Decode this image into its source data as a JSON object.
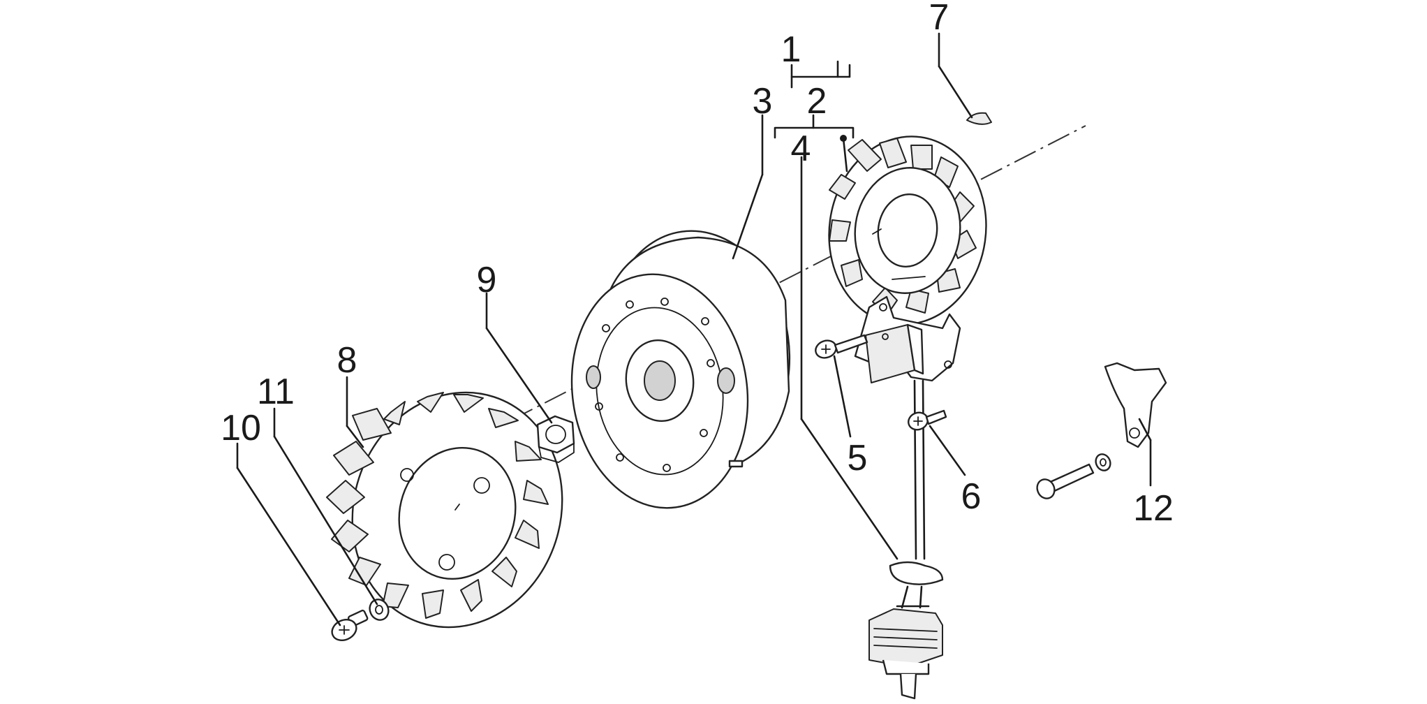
{
  "callouts": [
    {
      "id": "c1",
      "text": "1"
    },
    {
      "id": "c2",
      "text": "2"
    },
    {
      "id": "c3",
      "text": "3"
    },
    {
      "id": "c4",
      "text": "4"
    },
    {
      "id": "c5",
      "text": "5"
    },
    {
      "id": "c6",
      "text": "6"
    },
    {
      "id": "c7",
      "text": "7"
    },
    {
      "id": "c8",
      "text": "8"
    },
    {
      "id": "c9",
      "text": "9"
    },
    {
      "id": "c10",
      "text": "10"
    },
    {
      "id": "c11",
      "text": "11"
    },
    {
      "id": "c12",
      "text": "12"
    }
  ]
}
